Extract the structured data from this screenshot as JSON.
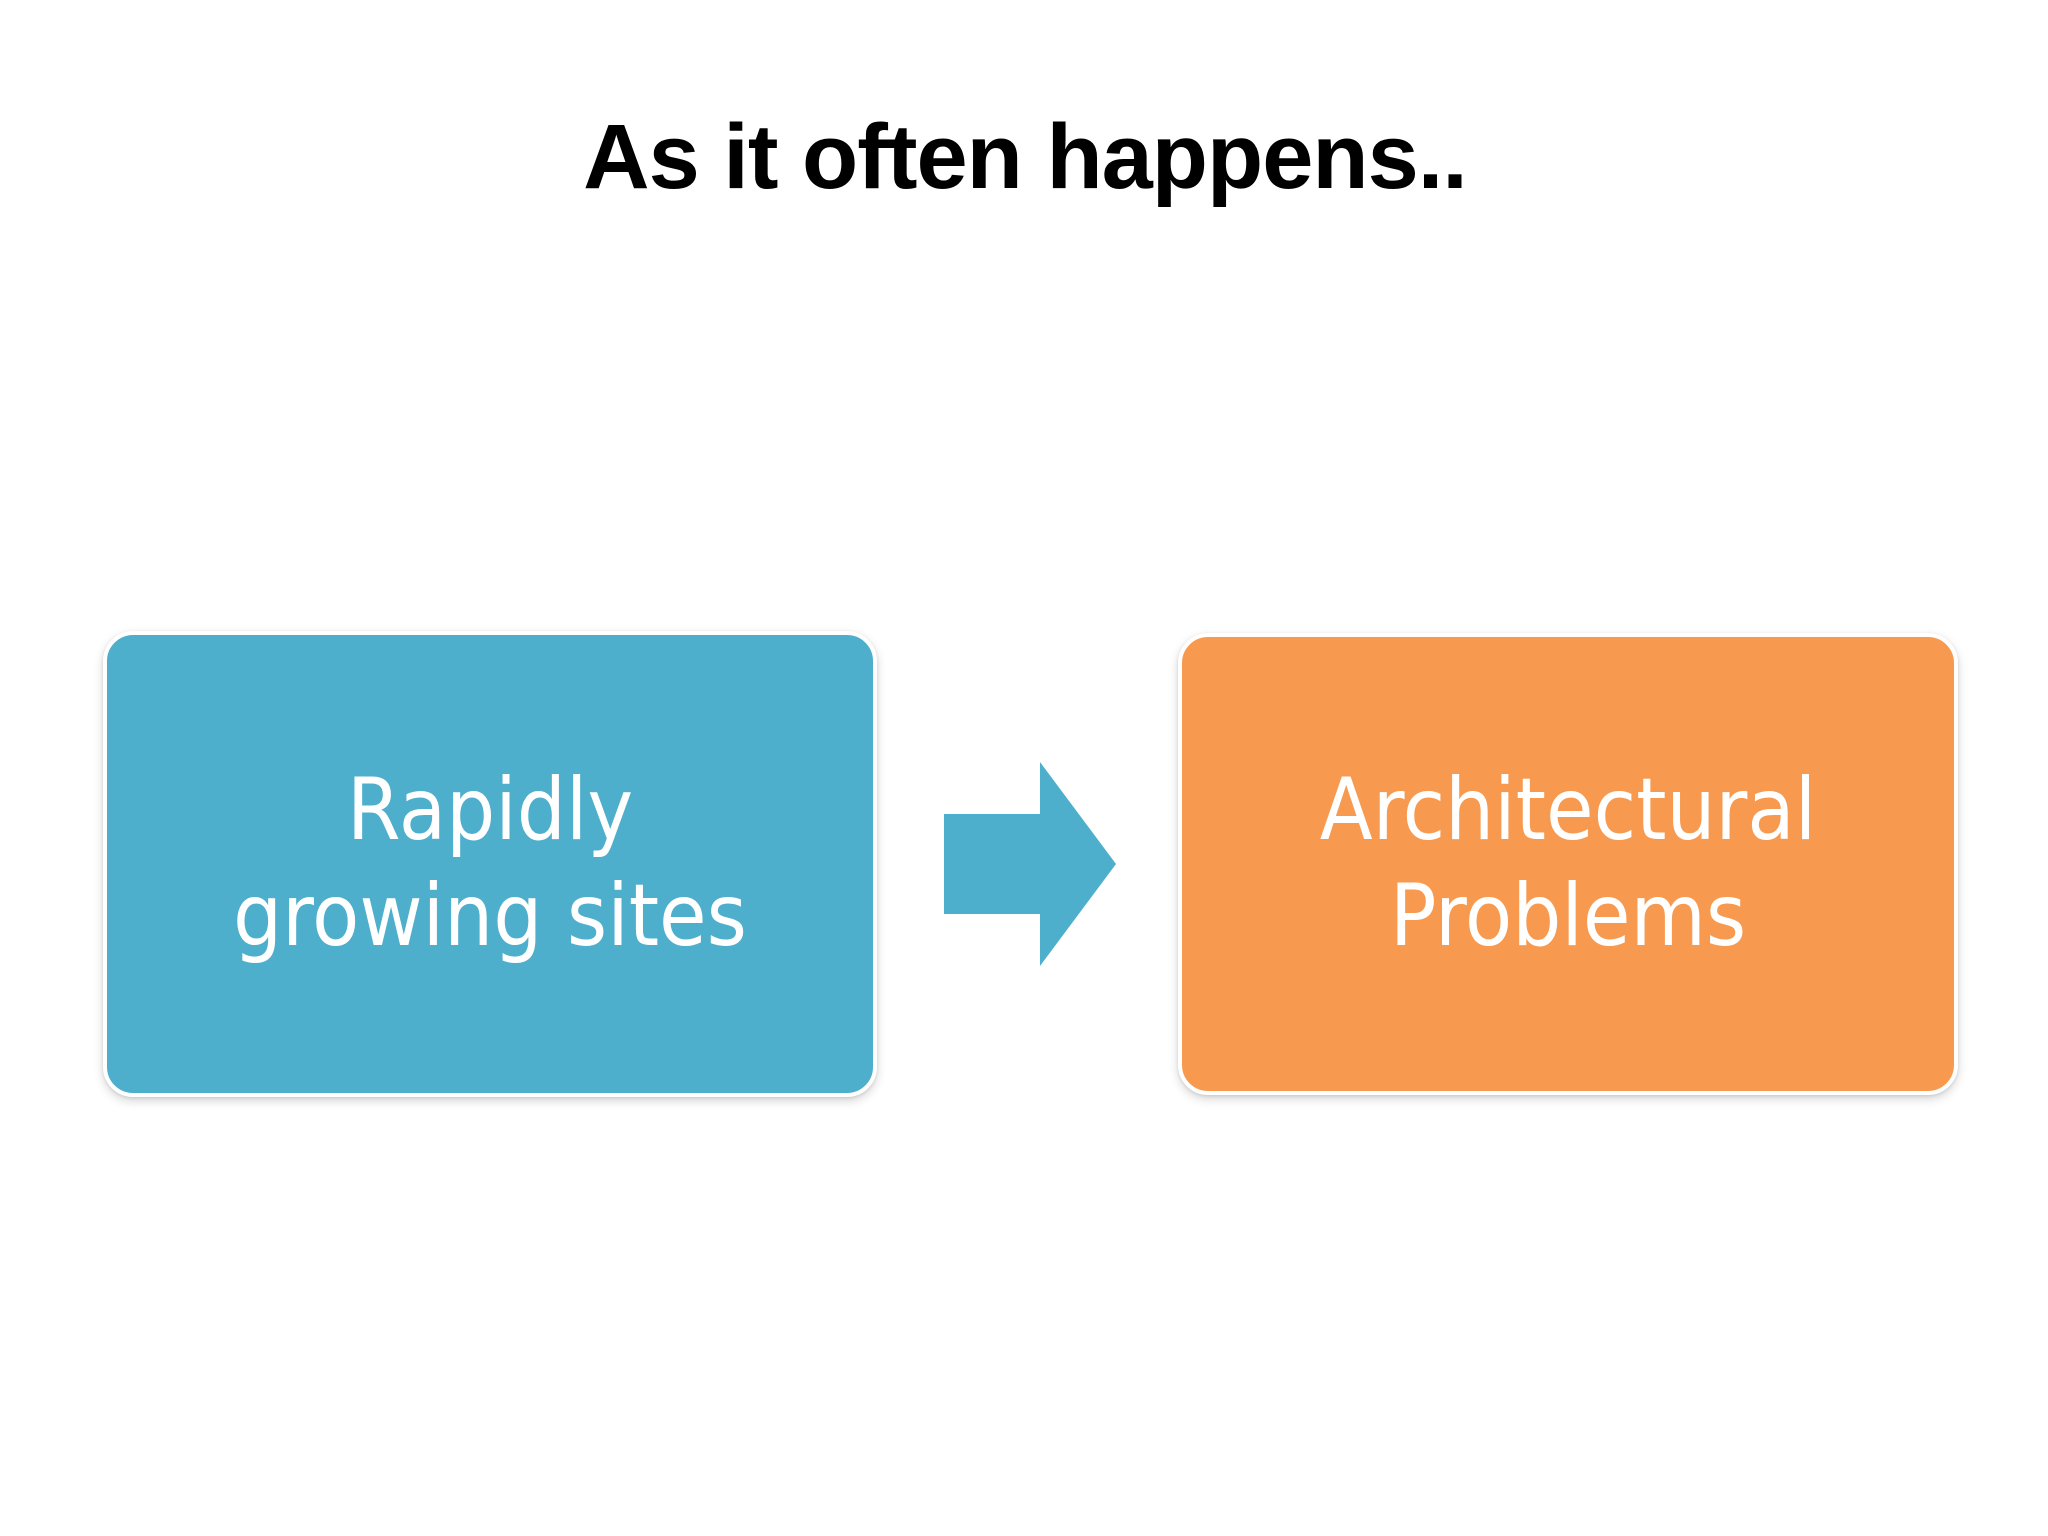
{
  "slide": {
    "title": "As it often happens..",
    "background_color": "#ffffff",
    "title_color": "#000000"
  },
  "diagram": {
    "type": "process-flow",
    "direction": "left-to-right",
    "nodes": [
      {
        "id": "rapidly-growing-sites",
        "label": "Rapidly\ngrowing sites",
        "line1": "Rapidly",
        "line2": "growing sites",
        "fill_color": "#4DAFCC",
        "text_color": "#ffffff",
        "border_color": "#ffffff",
        "shape": "rounded-rectangle"
      },
      {
        "id": "architectural-problems",
        "label": "Architectural\nProblems",
        "line1": "Architectural",
        "line2": "Problems",
        "fill_color": "#F79A4F",
        "text_color": "#ffffff",
        "border_color": "#ffffff",
        "shape": "rounded-rectangle"
      }
    ],
    "connector": {
      "id": "flow-arrow",
      "icon": "right-arrow-icon",
      "fill_color": "#4DAFCC",
      "from": "rapidly-growing-sites",
      "to": "architectural-problems"
    }
  }
}
